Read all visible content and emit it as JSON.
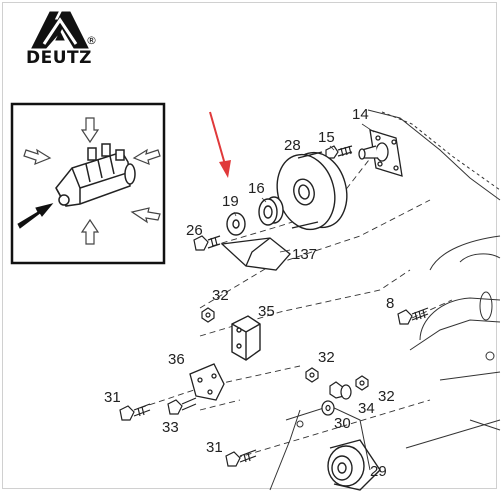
{
  "brand": {
    "name": "DEUTZ",
    "registered_mark": "®"
  },
  "colors": {
    "line": "#222222",
    "highlight_arrow": "#e0393a",
    "background": "#ffffff",
    "frame": "#d0d0d0"
  },
  "icons": {
    "logo": "deutz-logo",
    "pointer": "red-pointer-arrow"
  },
  "parts": [
    {
      "id": "p14",
      "label": "14"
    },
    {
      "id": "p15",
      "label": "15"
    },
    {
      "id": "p28",
      "label": "28"
    },
    {
      "id": "p19",
      "label": "19"
    },
    {
      "id": "p16",
      "label": "16"
    },
    {
      "id": "p26",
      "label": "26"
    },
    {
      "id": "p137",
      "label": "137"
    },
    {
      "id": "p32a",
      "label": "32"
    },
    {
      "id": "p35",
      "label": "35"
    },
    {
      "id": "p8",
      "label": "8"
    },
    {
      "id": "p36",
      "label": "36"
    },
    {
      "id": "p32b",
      "label": "32"
    },
    {
      "id": "p31a",
      "label": "31"
    },
    {
      "id": "p33",
      "label": "33"
    },
    {
      "id": "p32c",
      "label": "32"
    },
    {
      "id": "p34",
      "label": "34"
    },
    {
      "id": "p30",
      "label": "30"
    },
    {
      "id": "p31b",
      "label": "31"
    },
    {
      "id": "p29",
      "label": "29"
    }
  ]
}
